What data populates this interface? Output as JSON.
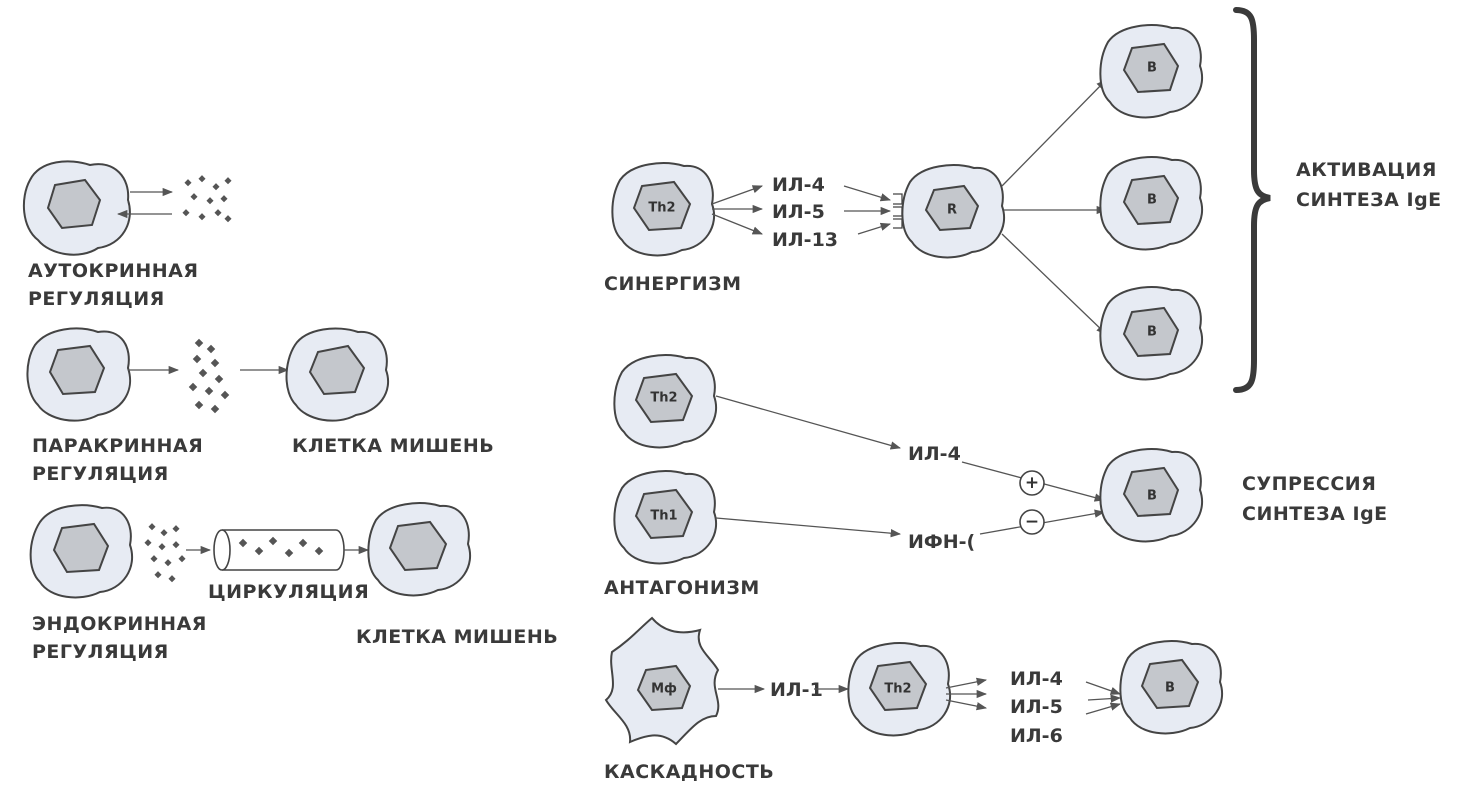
{
  "left": {
    "autocrine_label": [
      "АУТОКРИННАЯ",
      "РЕГУЛЯЦИЯ"
    ],
    "paracrine_label": [
      "ПАРАКРИННАЯ",
      "РЕГУЛЯЦИЯ"
    ],
    "paracrine_target": "КЛЕТКА МИШЕНЬ",
    "endocrine_label": [
      "ЭНДОКРИННАЯ",
      "РЕГУЛЯЦИЯ"
    ],
    "circulation": "ЦИРКУЛЯЦИЯ",
    "endocrine_target": "КЛЕТКА МИШЕНЬ"
  },
  "synergism": {
    "title": "СИНЕРГИЗМ",
    "source_cell": "Th2",
    "signals": [
      "ИЛ-4",
      "ИЛ-5",
      "ИЛ-13"
    ],
    "receptor_cell": "R",
    "targets": [
      "B",
      "B",
      "B"
    ],
    "result": [
      "АКТИВАЦИЯ",
      "СИНТЕЗА IgE"
    ]
  },
  "antagonism": {
    "title": "АНТАГОНИЗМ",
    "cells": [
      "Th2",
      "Th1"
    ],
    "signals": [
      "ИЛ-4",
      "ИФН-("
    ],
    "signs": [
      "+",
      "−"
    ],
    "target": "B",
    "result": [
      "СУПРЕССИЯ",
      "СИНТЕЗА IgE"
    ]
  },
  "cascade": {
    "title": "КАСКАДНОСТЬ",
    "source_cell": "Мф",
    "signal": "ИЛ-1",
    "middle_cell": "Th2",
    "signals": [
      "ИЛ-4",
      "ИЛ-5",
      "ИЛ-6"
    ],
    "target": "B"
  }
}
